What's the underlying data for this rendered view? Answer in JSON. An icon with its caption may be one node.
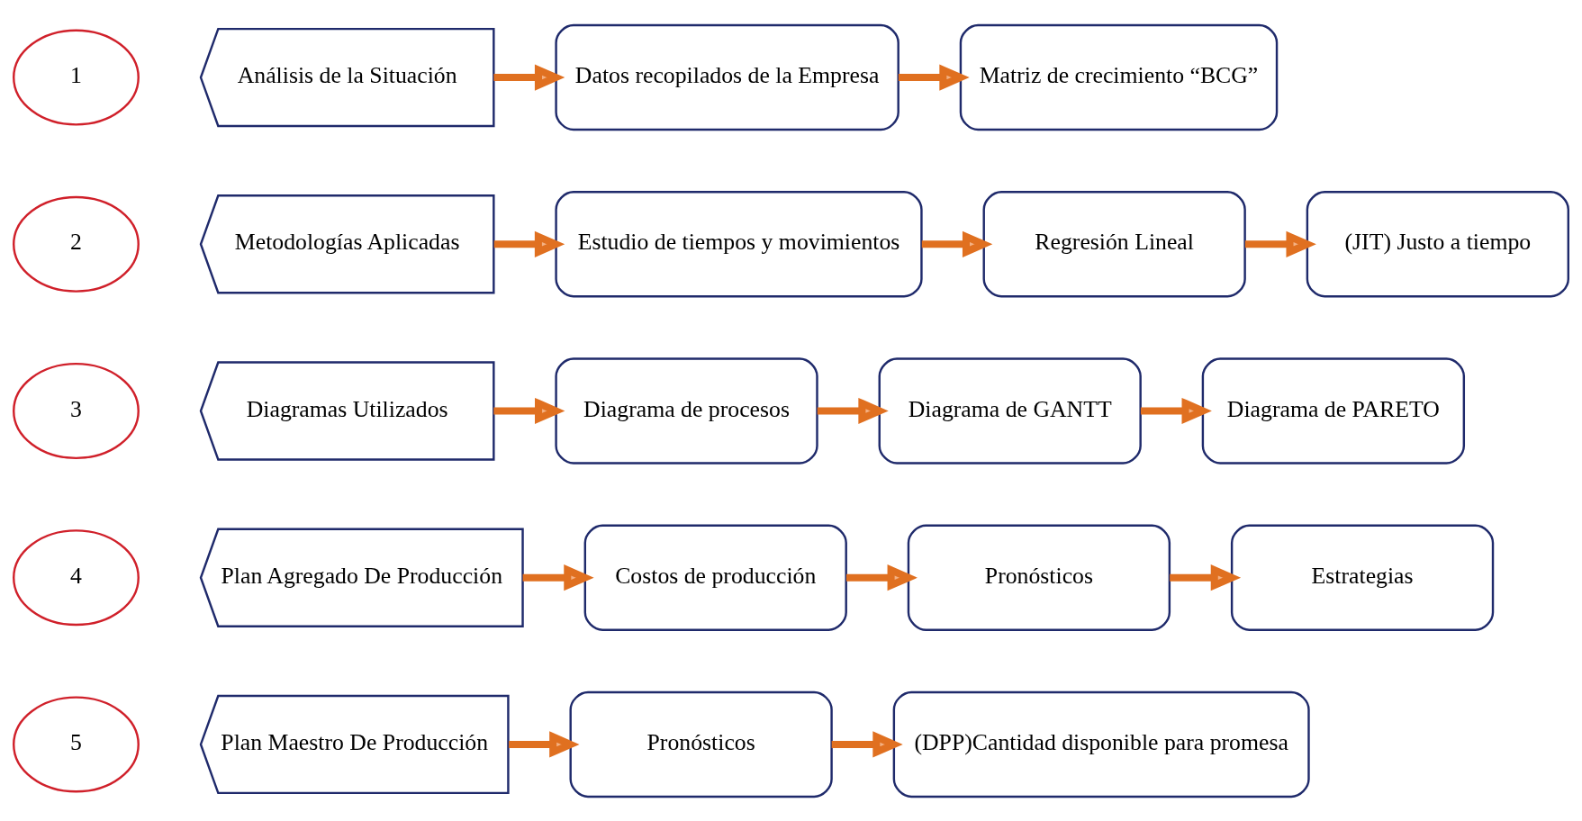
{
  "diagram": {
    "nodes": [
      {
        "text": [
          "1"
        ]
      },
      {
        "text": [
          "Análisis de la Situación"
        ]
      },
      {
        "text": [
          "Datos recopilados de la Empresa"
        ]
      },
      {
        "text": [
          "Matriz de crecimiento “BCG”"
        ]
      },
      {
        "text": [
          "2"
        ]
      },
      {
        "text": [
          "Metodologías Aplicadas"
        ]
      },
      {
        "text": [
          "Estudio de tiempos y movimientos"
        ]
      },
      {
        "text": [
          "Regresión Lineal"
        ]
      },
      {
        "text": [
          "(JIT) Justo a tiempo"
        ]
      },
      {
        "text": [
          "3"
        ]
      },
      {
        "text": [
          "Diagramas Utilizados"
        ]
      },
      {
        "text": [
          "Diagrama de procesos"
        ]
      },
      {
        "text": [
          "Diagrama de GANTT"
        ]
      },
      {
        "text": [
          "Diagrama de PARETO"
        ]
      },
      {
        "text": [
          "4"
        ]
      },
      {
        "text": [
          "Plan Agregado De Producción"
        ]
      },
      {
        "text": [
          "Costos de producción"
        ]
      },
      {
        "text": [
          "Pronósticos"
        ]
      },
      {
        "text": [
          "Estrategias"
        ]
      },
      {
        "text": [
          "5"
        ]
      },
      {
        "text": [
          "Plan Maestro De Producción"
        ]
      },
      {
        "text": [
          "Pronósticos"
        ]
      },
      {
        "text": [
          "(DPP)Cantidad disponible para promesa"
        ]
      }
    ],
    "edges": [
      {
        "from": 1,
        "to": 2,
        "arrow": "to"
      },
      {
        "from": 2,
        "to": 3,
        "arrow": "to"
      },
      {
        "from": 5,
        "to": 6,
        "arrow": "to"
      },
      {
        "from": 6,
        "to": 7,
        "arrow": "to"
      },
      {
        "from": 7,
        "to": 8,
        "arrow": "to"
      },
      {
        "from": 10,
        "to": 11,
        "arrow": "to"
      },
      {
        "from": 11,
        "to": 12,
        "arrow": "to"
      },
      {
        "from": 12,
        "to": 13,
        "arrow": "to"
      },
      {
        "from": 15,
        "to": 16,
        "arrow": "to"
      },
      {
        "from": 16,
        "to": 17,
        "arrow": "to"
      },
      {
        "from": 17,
        "to": 18,
        "arrow": "to"
      },
      {
        "from": 20,
        "to": 21,
        "arrow": "to"
      },
      {
        "from": 21,
        "to": 22,
        "arrow": "to"
      }
    ]
  }
}
